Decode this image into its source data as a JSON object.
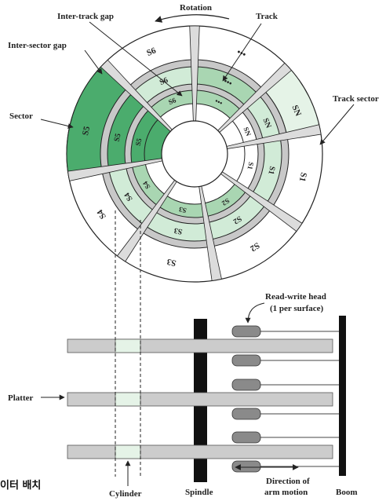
{
  "labels": {
    "rotation": "Rotation",
    "inter_track_gap": "Inter-track gap",
    "track": "Track",
    "inter_sector_gap": "Inter-sector gap",
    "track_sector": "Track sector",
    "sector": "Sector",
    "read_write_head_1": "Read-write head",
    "read_write_head_2": "(1 per surface)",
    "platter": "Platter",
    "cylinder": "Cylinder",
    "spindle": "Spindle",
    "direction_1": "Direction of",
    "direction_2": "arm motion",
    "boom": "Boom",
    "footer_korean": "이터 배치"
  },
  "sector_names": [
    "S1",
    "S2",
    "S3",
    "S4",
    "S5",
    "S6",
    "•••",
    "SN"
  ],
  "colors": {
    "sector_fill": "#4bac6d",
    "track_light": "#d1ebd7",
    "track_medium": "#a9d6b2",
    "highlight_sector": "#e5f3e7",
    "gap_gray": "#c8c8c8",
    "platter_gray": "#cccccc",
    "head_gray": "#8a8a8a",
    "ink": "#222222"
  }
}
